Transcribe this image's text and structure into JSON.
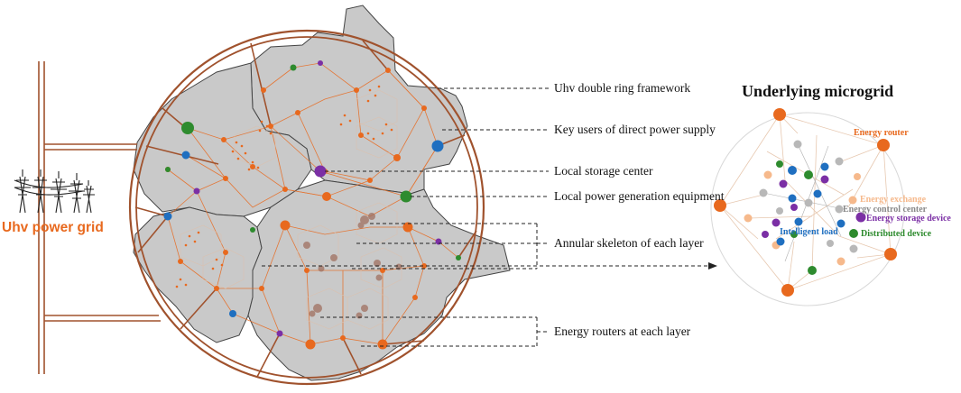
{
  "left_label": "Uhv power grid",
  "callouts": [
    {
      "id": "ring",
      "text": "Uhv double ring framework"
    },
    {
      "id": "key-users",
      "text": "Key users of direct power supply"
    },
    {
      "id": "storage",
      "text": "Local storage center"
    },
    {
      "id": "generation",
      "text": "Local power generation equipment"
    },
    {
      "id": "skeleton",
      "text": "Annular skeleton of each layer"
    },
    {
      "id": "routers",
      "text": "Energy routers at each layer"
    }
  ],
  "microgrid": {
    "title": "Underlying microgrid",
    "legend": [
      {
        "text": "Energy router",
        "color": "#e8691e"
      },
      {
        "text": "Energy exchange",
        "color": "#f6b98c"
      },
      {
        "text": "Energy control center",
        "color": "#888888"
      },
      {
        "text": "Energy storage device",
        "color": "#7b2fa5"
      },
      {
        "text": "Intelligent load",
        "color": "#1f6fc0"
      },
      {
        "text": "Distributed device",
        "color": "#2e8b2e"
      }
    ]
  },
  "colors": {
    "orange": "#e8691e",
    "map_fill": "#c9c9c9",
    "map_edge": "#444444",
    "blue": "#1f6fc0",
    "green": "#2e8b2e",
    "purple": "#7b2fa5"
  }
}
